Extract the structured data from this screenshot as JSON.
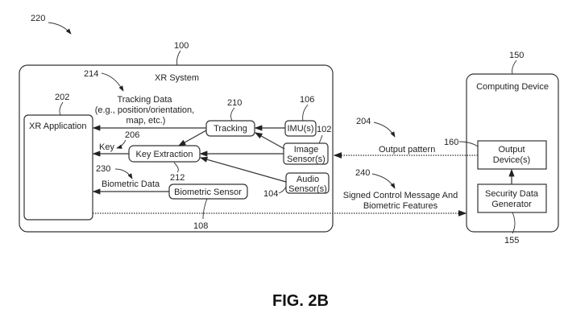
{
  "figure_label": "FIG. 2B",
  "refs": {
    "fig": "220",
    "xr_system": "100",
    "computing_device": "150",
    "xr_app": "202",
    "tracking_data": "214",
    "tracking": "210",
    "imu": "106",
    "image_sensor": "102",
    "key": "206",
    "key_extraction": "212",
    "biometric_data": "230",
    "biometric_sensor": "108",
    "audio_sensor": "104",
    "output_pattern": "204",
    "signed": "240",
    "output_device": "160",
    "security_gen": "155"
  },
  "xr_system": {
    "title": "XR System",
    "xr_app": "XR Application",
    "tracking": "Tracking",
    "imu": "IMU(s)",
    "image_sensor": [
      "Image",
      "Sensor(s)"
    ],
    "key_extraction": "Key Extraction",
    "audio_sensor": [
      "Audio",
      "Sensor(s)"
    ],
    "biometric_sensor": "Biometric Sensor",
    "tracking_data": [
      "Tracking Data",
      "(e.g., position/orientation,",
      "map, etc.)"
    ],
    "key": "Key",
    "biometric_data": "Biometric Data"
  },
  "computing_device": {
    "title": "Computing Device",
    "output_device": [
      "Output",
      "Device(s)"
    ],
    "security_gen": [
      "Security Data",
      "Generator"
    ]
  },
  "links": {
    "output_pattern": "Output pattern",
    "signed": [
      "Signed Control Message And",
      "Biometric Features"
    ]
  }
}
